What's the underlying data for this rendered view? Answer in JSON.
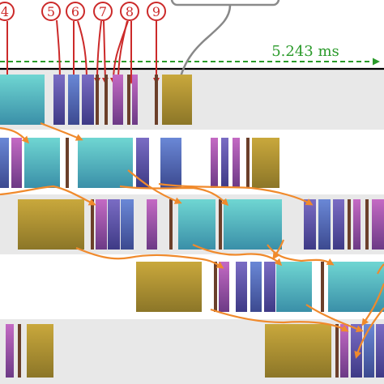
{
  "markers": [
    {
      "label": "4"
    },
    {
      "label": "5"
    },
    {
      "label": "6"
    },
    {
      "label": "7"
    },
    {
      "label": "8"
    },
    {
      "label": "9"
    }
  ],
  "duration_label": "5.243 ms",
  "colors": {
    "marker": "#cc2a2a",
    "dashed_line": "#2a9a2a",
    "duration_text": "#2a9a2a",
    "flow_arrow": "#f08a2c",
    "callout_arrow": "#888888",
    "row_shade": "#e8e8e8",
    "teal": [
      "#6fd6d2",
      "#3a8fa8"
    ],
    "olive": [
      "#c9a83c",
      "#8c7628"
    ],
    "indigo": [
      "#7a6cc4",
      "#3e3a86"
    ],
    "blue": [
      "#6a88d6",
      "#3c4a90"
    ],
    "magenta": [
      "#c46ac4",
      "#6c3a86"
    ],
    "brown": "#6b3f2a"
  }
}
